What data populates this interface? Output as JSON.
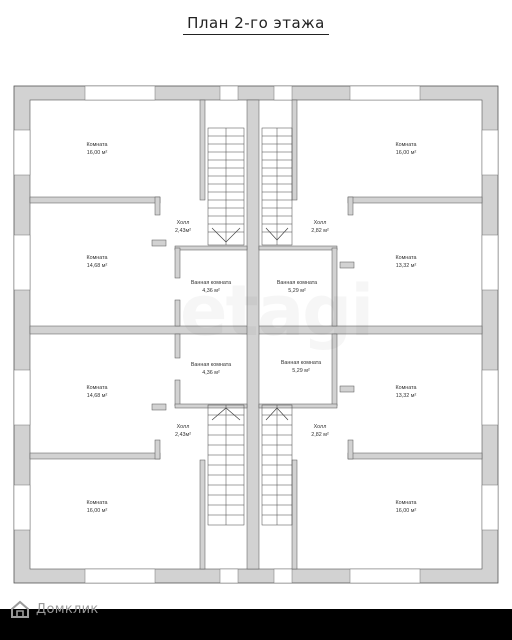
{
  "title": "План 2-го этажа",
  "watermark": "etagi",
  "brand": "Домклик",
  "rooms": [
    {
      "name": "Комната",
      "area": "16,00 м²"
    },
    {
      "name": "Комната",
      "area": "16,00 м²"
    },
    {
      "name": "Холл",
      "area": "2,43м²"
    },
    {
      "name": "Холл",
      "area": "2,82 м²"
    },
    {
      "name": "Комната",
      "area": "14,68 м²"
    },
    {
      "name": "Комната",
      "area": "13,32 м²"
    },
    {
      "name": "Ванная комната",
      "area": "4,36 м²"
    },
    {
      "name": "Ванная комната",
      "area": "5,29 м²"
    },
    {
      "name": "Ванная комната",
      "area": "4,36 м²"
    },
    {
      "name": "Ванная комната",
      "area": "5,29 м²"
    },
    {
      "name": "Комната",
      "area": "14,68 м²"
    },
    {
      "name": "Комната",
      "area": "13,32 м²"
    },
    {
      "name": "Холл",
      "area": "2,43м²"
    },
    {
      "name": "Холл",
      "area": "2,82 м²"
    },
    {
      "name": "Комната",
      "area": "16,00 м²"
    },
    {
      "name": "Комната",
      "area": "16,00 м²"
    }
  ],
  "colors": {
    "wall": "#d2d2d2",
    "line": "#555555",
    "stair": "#444444"
  }
}
